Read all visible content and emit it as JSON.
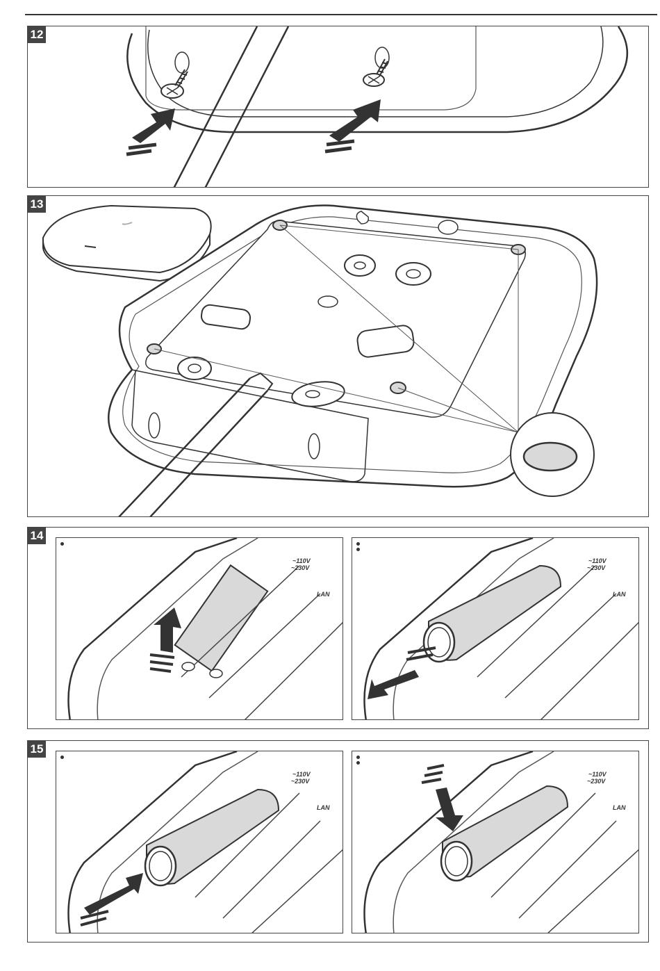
{
  "steps": [
    {
      "label": "12"
    },
    {
      "label": "13"
    },
    {
      "label": "14"
    },
    {
      "label": "15"
    }
  ],
  "sub_panels": {
    "step14": [
      {
        "dot_count": 1
      },
      {
        "dot_count": 2
      }
    ],
    "step15": [
      {
        "dot_count": 1
      },
      {
        "dot_count": 2
      }
    ]
  },
  "device_markings": {
    "voltage_line1": "~110V",
    "voltage_line2": "~230V",
    "lan": "LAN"
  },
  "colors": {
    "line": "#333333",
    "badge": "#444444",
    "fill_gray": "#d9d9d9"
  },
  "icons": [
    "screw-icon",
    "screwdriver-icon",
    "up-arrow-icon",
    "down-arrow-icon",
    "battery-icon",
    "rubber-foot-icon"
  ]
}
